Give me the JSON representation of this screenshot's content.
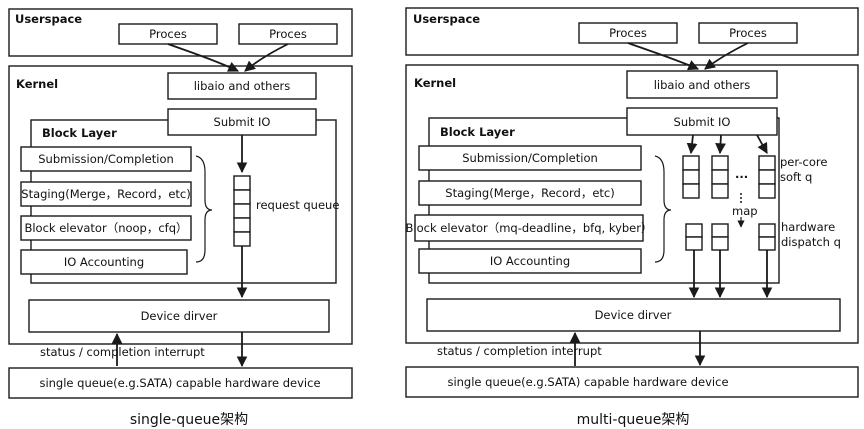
{
  "left": {
    "userspace_label": "Userspace",
    "process_1": "Proces",
    "process_2": "Proces",
    "kernel_label": "Kernel",
    "libaio": "libaio and others",
    "submit_io": "Submit IO",
    "block_layer_label": "Block Layer",
    "submission_completion": "Submission/Completion",
    "staging": "Staging(Merge，Record，etc)",
    "block_elevator": "Block elevator（noop，cfq）",
    "io_accounting": "IO Accounting",
    "request_queue": "request queue",
    "device_driver": "Device dirver",
    "status_interrupt": "status / completion interrupt",
    "hardware_device": "single queue(e.g.SATA) capable hardware device",
    "caption": "single-queue架构"
  },
  "right": {
    "userspace_label": "Userspace",
    "process_1": "Proces",
    "process_2": "Proces",
    "kernel_label": "Kernel",
    "libaio": "libaio and others",
    "submit_io": "Submit IO",
    "block_layer_label": "Block Layer",
    "submission_completion": "Submission/Completion",
    "staging": "Staging(Merge，Record，etc)",
    "block_elevator": "Block elevator（mq-deadline，bfq, kyber）",
    "io_accounting": "IO Accounting",
    "soft_queue_label_1": "per-core",
    "soft_queue_label_2": "soft q",
    "ellipsis": "...",
    "map_label": "map",
    "hw_queue_label_1": "hardware",
    "hw_queue_label_2": "dispatch q",
    "device_driver": "Device dirver",
    "status_interrupt": "status / completion interrupt",
    "hardware_device": "single queue(e.g.SATA) capable hardware device",
    "caption": "multi-queue架构"
  }
}
